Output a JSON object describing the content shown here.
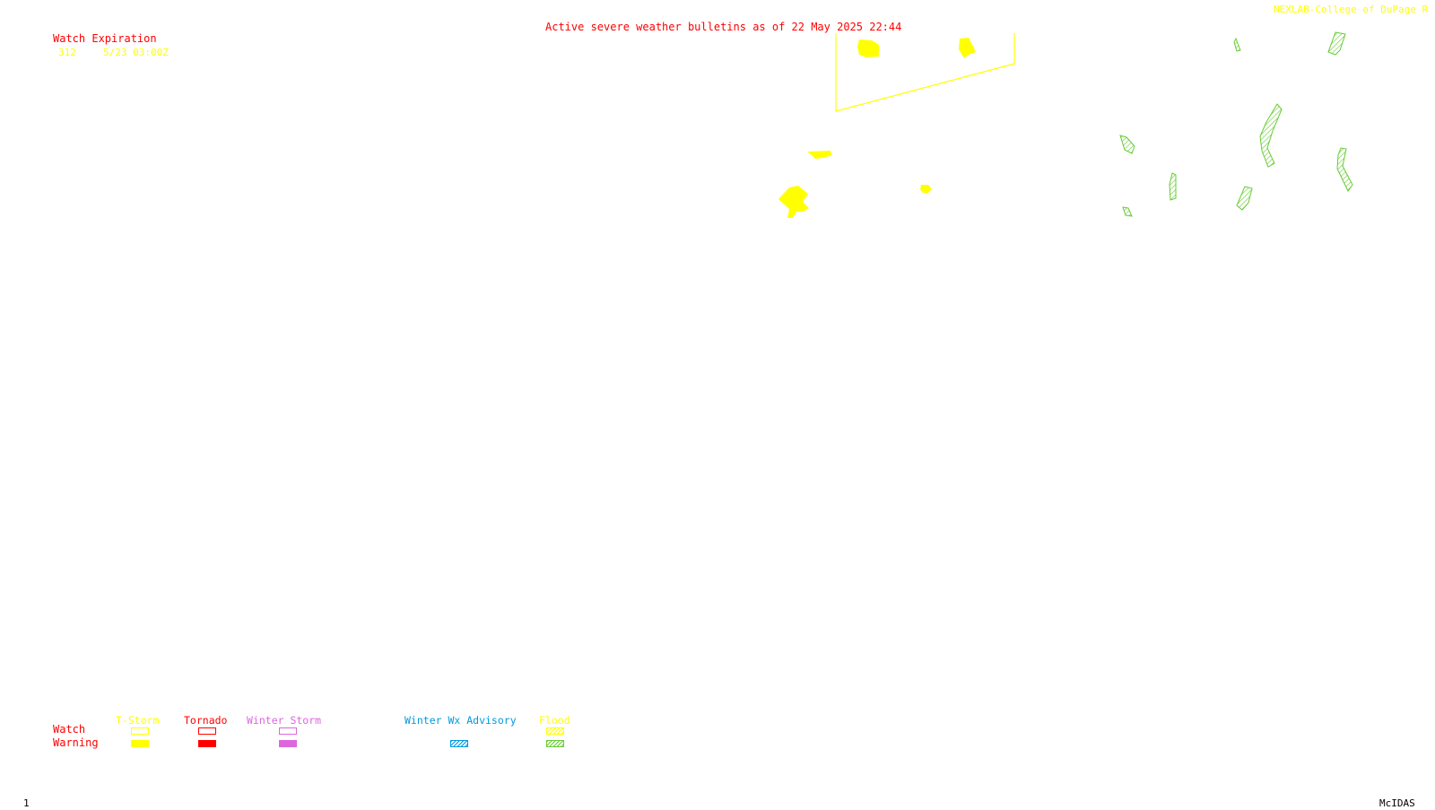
{
  "header": {
    "title": "Active severe weather bulletins as of 22 May 2025 22:44",
    "credit": "NEXLAB-College of DuPage R"
  },
  "watch_table": {
    "heading": "Watch Expiration",
    "rows": [
      {
        "number": "312",
        "expires": "5/23 03:00Z"
      }
    ]
  },
  "legend": {
    "row_labels": {
      "watch": "Watch",
      "warning": "Warning"
    },
    "categories": [
      {
        "label": "T-Storm",
        "color": "#ffff00"
      },
      {
        "label": "Tornado",
        "color": "#ff0000"
      },
      {
        "label": "Winter Storm",
        "color": "#dd66dd"
      },
      {
        "label": "Winter Wx Advisory",
        "color": "#0099dd"
      },
      {
        "label": "Flood",
        "color": "#ffff00",
        "warning_color": "#66cc33"
      }
    ]
  },
  "footer": {
    "frame_number": "1",
    "software": "McIDAS"
  },
  "colors": {
    "tstorm": "#ffff00",
    "flood_warning": "#66cc33",
    "title": "#ff0000"
  }
}
